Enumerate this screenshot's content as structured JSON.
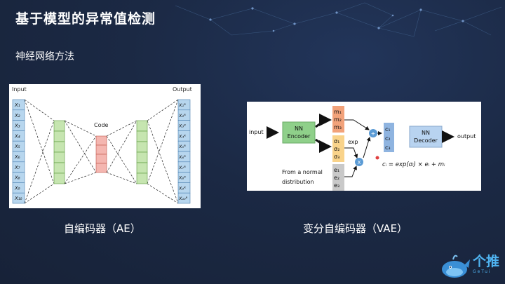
{
  "slide": {
    "title": "基于模型的异常值检测",
    "subtitle": "神经网络方法",
    "caption_left": "自编码器（AE）",
    "caption_right": "变分自编码器（VAE）"
  },
  "ae": {
    "input_label": "Input",
    "output_label": "Output",
    "code_label": "Code",
    "inputs": [
      "X₁",
      "X₂",
      "X₃",
      "X₄",
      "X₅",
      "X₆",
      "X₇",
      "X₈",
      "X₉",
      "X₁₀"
    ],
    "outputs": [
      "X₁ᴿ",
      "X₂ᴿ",
      "X₃ᴿ",
      "X₄ᴿ",
      "X₅ᴿ",
      "X₆ᴿ",
      "X₇ᴿ",
      "X₈ᴿ",
      "X₉ᴿ",
      "X₁₀ᴿ"
    ]
  },
  "vae": {
    "input": "input",
    "encoder_line1": "NN",
    "encoder_line2": "Encoder",
    "means": [
      "m₁",
      "m₂",
      "m₃"
    ],
    "sigmas": [
      "σ₁",
      "σ₂",
      "σ₃"
    ],
    "exp": "exp",
    "epsilons": [
      "e₁",
      "e₂",
      "e₃"
    ],
    "normal_line1": "From a normal",
    "normal_line2": "distribution",
    "plus": "+",
    "times": "X",
    "codes": [
      "c₁",
      "c₂",
      "c₃"
    ],
    "decoder_line1": "NN",
    "decoder_line2": "Decoder",
    "output": "output",
    "formula": "cᵢ = exp(σᵢ) × eᵢ + mᵢ"
  },
  "logo": {
    "name": "个推",
    "sub": "GeTui"
  },
  "colors": {
    "background": "#1b2944",
    "green": "#c6e5b0",
    "red": "#f4b6b0",
    "blue_cell": "#b7d6ee",
    "accent": "#4fb3f0"
  }
}
